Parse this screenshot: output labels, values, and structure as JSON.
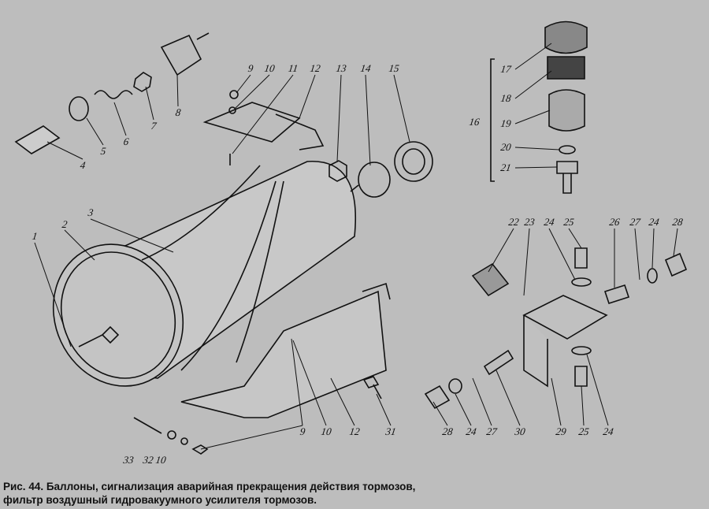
{
  "figure": {
    "labels": [
      "1",
      "2",
      "3",
      "4",
      "5",
      "6",
      "7",
      "8",
      "9",
      "10",
      "11",
      "12",
      "13",
      "14",
      "15",
      "16",
      "17",
      "18",
      "19",
      "20",
      "21",
      "22",
      "23",
      "24",
      "25",
      "26",
      "27",
      "24",
      "28",
      "28",
      "24",
      "27",
      "30",
      "29",
      "25",
      "24",
      "9",
      "10",
      "12",
      "31",
      "33",
      "32",
      "10"
    ],
    "caption_line1": "Рис. 44. Баллоны, сигнализация аварийная прекращения действия тормозов,",
    "caption_line2": "фильтр воздушный гидровакуумного усилителя тормозов."
  }
}
